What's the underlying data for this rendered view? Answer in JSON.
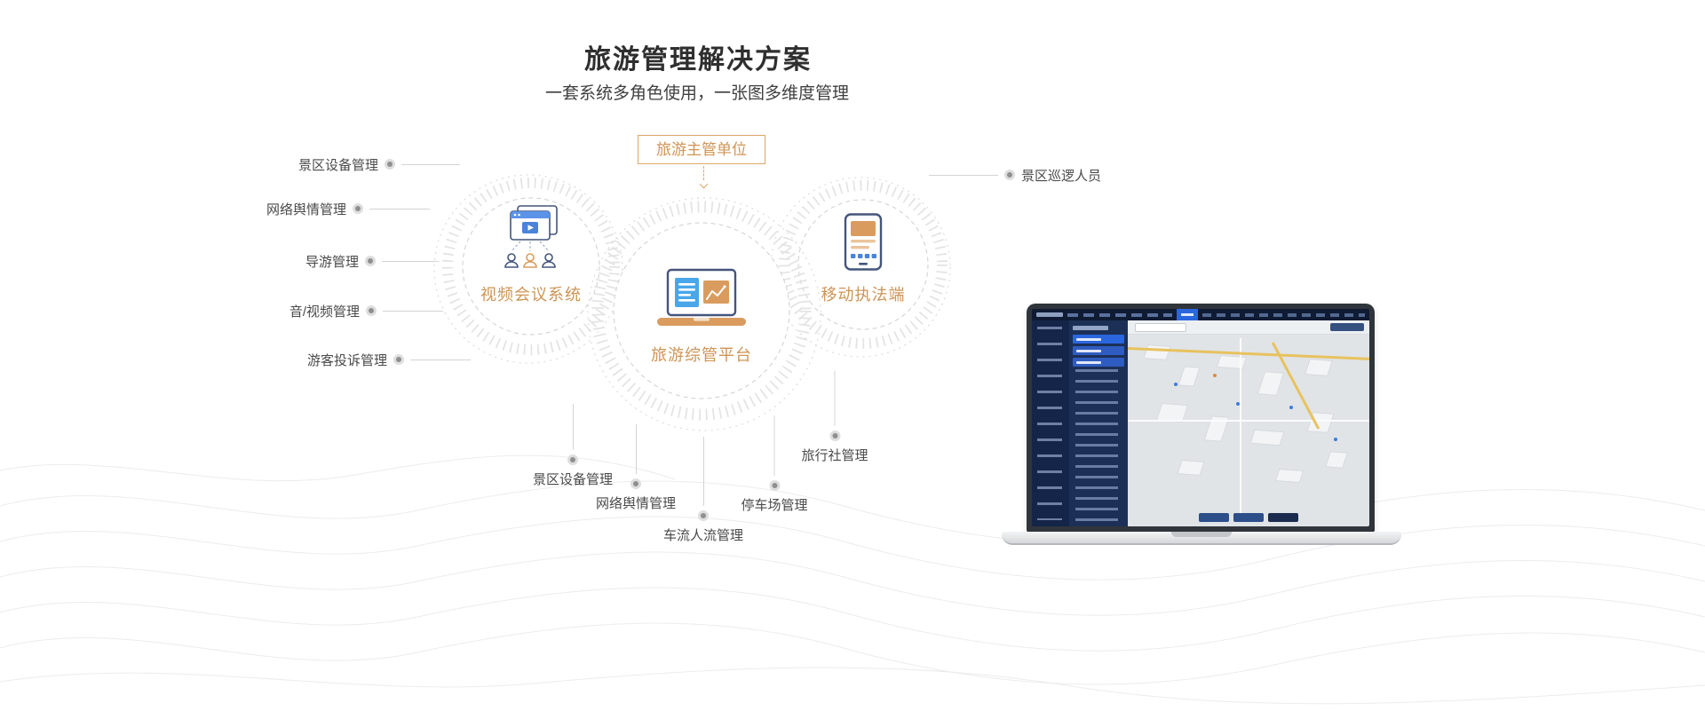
{
  "header": {
    "title": "旅游管理解决方案",
    "subtitle": "一套系统多角色使用，一张图多维度管理"
  },
  "diagram": {
    "authority": {
      "label": "旅游主管单位"
    },
    "circles": [
      {
        "id": "video-conference-system",
        "label": "视频会议系统",
        "icon": "video-window-people-icon"
      },
      {
        "id": "tourism-management-platform",
        "label": "旅游综管平台",
        "icon": "laptop-chart-icon"
      },
      {
        "id": "mobile-enforcement-terminal",
        "label": "移动执法端",
        "icon": "smartphone-icon"
      }
    ],
    "left_items": [
      {
        "label": "景区设备管理"
      },
      {
        "label": "网络舆情管理"
      },
      {
        "label": "导游管理"
      },
      {
        "label": "音/视频管理"
      },
      {
        "label": "游客投诉管理"
      }
    ],
    "right_items": [
      {
        "label": "景区巡逻人员"
      }
    ],
    "bottom_items": [
      {
        "label": "景区设备管理"
      },
      {
        "label": "网络舆情管理"
      },
      {
        "label": "车流人流管理"
      },
      {
        "label": "停车场管理"
      },
      {
        "label": "旅行社管理"
      }
    ]
  },
  "colors": {
    "accent_orange": "#CE9454",
    "accent_orange_border": "#DBA76A",
    "title_text": "#2F2F2F",
    "label_text": "#4A4A4A",
    "connector_gray": "#D4D4D4",
    "ring_gray": "#E3E3E3",
    "icon_navy": "#44557C",
    "icon_blue": "#4A84D8",
    "dashboard_navy": "#16213A",
    "dashboard_blue": "#2A66DD",
    "map_background": "#E0E4E7",
    "road_yellow": "#E8C25E"
  }
}
